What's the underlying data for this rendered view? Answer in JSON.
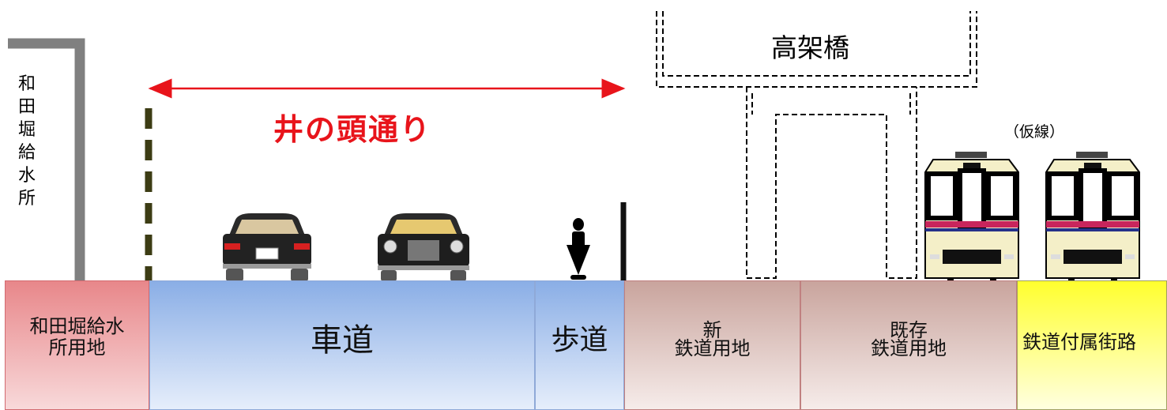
{
  "facility": {
    "name_vertical": "和田堀給水所"
  },
  "road_span": {
    "label": "井の頭通り",
    "color": "#e8141b"
  },
  "viaduct": {
    "label": "高架橋"
  },
  "temporary_track": {
    "label": "（仮線）"
  },
  "ground_segments": [
    {
      "id": "waterworks",
      "label": "和田堀給水\n所用地",
      "color_top": "#e8878a",
      "color_bottom": "#f8d9da"
    },
    {
      "id": "roadway",
      "label": "車道",
      "color_top": "#8aaee6",
      "color_bottom": "#e6eefb"
    },
    {
      "id": "sidewalk",
      "label": "歩道",
      "color_top": "#8aaee6",
      "color_bottom": "#e6eefb"
    },
    {
      "id": "new-railway",
      "label": "新\n鉄道用地",
      "color_top": "#c9a49d",
      "color_bottom": "#f6ecea"
    },
    {
      "id": "existing-railway",
      "label": "既存\n鉄道用地",
      "color_top": "#c9a49d",
      "color_bottom": "#f6ecea"
    },
    {
      "id": "railway-street",
      "label": "鉄道付属街路",
      "color_top": "#ffff2e",
      "color_bottom": "#ffffe0"
    }
  ]
}
